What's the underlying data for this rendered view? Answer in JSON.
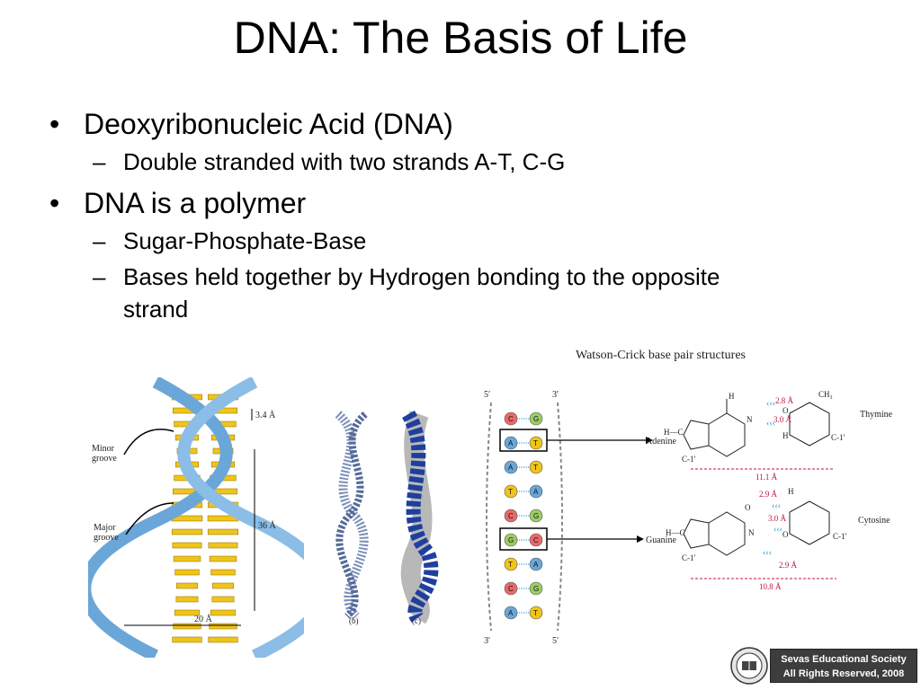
{
  "slide": {
    "title": "DNA: The Basis of Life",
    "bullets": [
      {
        "text": "Deoxyribonucleic Acid (DNA)",
        "subs": [
          "Double stranded with two strands A-T, C-G"
        ]
      },
      {
        "text": "DNA is a polymer",
        "subs": [
          "Sugar-Phosphate-Base",
          "Bases held together by Hydrogen bonding to the opposite strand"
        ]
      }
    ],
    "bullet_char": "•",
    "dash_char": "–"
  },
  "figures": {
    "helix": {
      "distance_a": "3.4 Å",
      "distance_b": "36 Å",
      "distance_c": "20 Å",
      "minor_groove": [
        "Minor",
        "groove"
      ],
      "major_groove": [
        "Major",
        "groove"
      ]
    },
    "models": {
      "label_b": "(b)",
      "label_c": "(c)"
    },
    "strands": {
      "top_left": "5′",
      "top_right": "3′",
      "bottom_left": "3′",
      "bottom_right": "5′",
      "pairs": [
        [
          "C",
          "G"
        ],
        [
          "A",
          "T"
        ],
        [
          "A",
          "T"
        ],
        [
          "T",
          "A"
        ],
        [
          "C",
          "G"
        ],
        [
          "G",
          "C"
        ],
        [
          "T",
          "A"
        ],
        [
          "C",
          "G"
        ],
        [
          "A",
          "T"
        ]
      ]
    },
    "watson_crick": {
      "caption": "Watson-Crick base pair structures",
      "adenine": "Adenine",
      "thymine": "Thymine",
      "guanine": "Guanine",
      "cytosine": "Cytosine",
      "at_d1": "2.8 Å",
      "at_d2": "3.0 Å",
      "at_width": "11.1 Å",
      "gc_d1": "2.9 Å",
      "gc_d2": "3.0 Å",
      "gc_d3": "2.9 Å",
      "gc_width": "10.8 Å",
      "ch3": "CH₃",
      "c1": "C-1′",
      "h": "H",
      "n": "N",
      "o": "O",
      "c": "C",
      "hc": "H—C"
    }
  },
  "footer": {
    "line1": "Sevas Educational Society",
    "line2": "All Rights Reserved,  2008"
  },
  "colors": {
    "strand_blue": "#6aa6d8",
    "base_yellow": "#f0c419",
    "atom_blue": "#1f3f9e",
    "atom_gray": "#b8b8b8",
    "bond_red": "#c0143c",
    "bond_cyan": "#1e90c8"
  }
}
